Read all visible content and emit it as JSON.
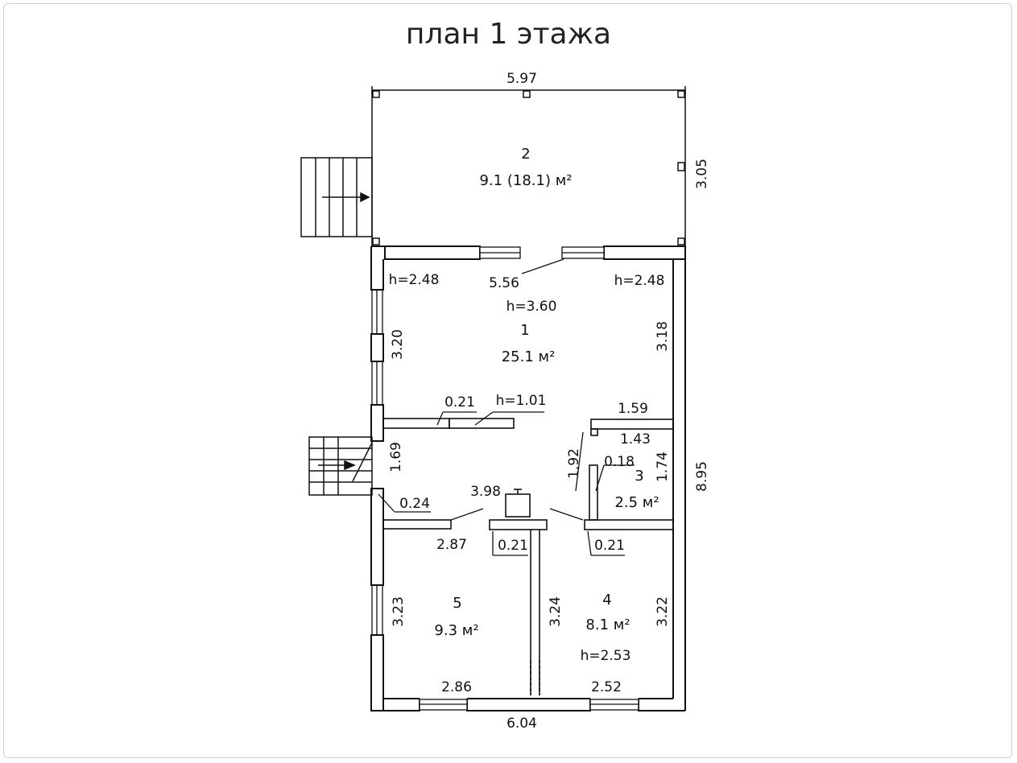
{
  "title": "план 1 этажа",
  "dims": {
    "top_width": "5.97",
    "porch_depth": "3.05",
    "total_length": "8.95",
    "bottom_width": "6.04",
    "room1_inner_width": "5.56",
    "room1_left": "3.20",
    "room1_right": "3.18",
    "hall_left": "1.69",
    "hall_width": "3.98",
    "room5_top": "2.87",
    "room5_bottom": "2.86",
    "room5_left": "3.23",
    "room4_left": "3.24",
    "room4_right": "3.22",
    "room4_bottom": "2.52",
    "room3_top": "1.59",
    "room3_inner_top": "1.43",
    "room3_right": "1.74",
    "room3_left": "1.92",
    "wall_021_a": "0.21",
    "wall_021_b": "0.21",
    "wall_021_c": "0.21",
    "wall_024": "0.24",
    "wall_018": "0.18"
  },
  "heights": {
    "h_left": "h=2.48",
    "h_right": "h=2.48",
    "h_room1": "h=3.60",
    "h_hall": "h=1.01",
    "h_room4": "h=2.53"
  },
  "rooms": [
    {
      "num": "2",
      "area": "9.1 (18.1) м²"
    },
    {
      "num": "1",
      "area": "25.1 м²"
    },
    {
      "num": "3",
      "area": "2.5 м²"
    },
    {
      "num": "5",
      "area": "9.3 м²"
    },
    {
      "num": "4",
      "area": "8.1 м²"
    }
  ]
}
